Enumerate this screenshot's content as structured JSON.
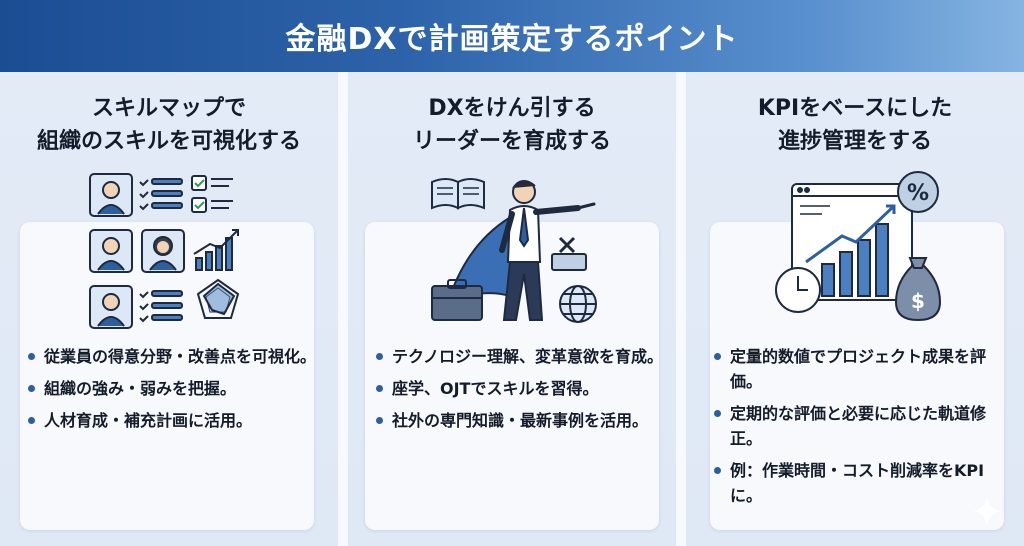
{
  "banner": {
    "title": "金融DXで計画策定するポイント"
  },
  "columns": [
    {
      "heading_line1": "スキルマップで",
      "heading_line2": "組織のスキルを可視化する",
      "bullets": [
        "従業員の得意分野・改善点を可視化。",
        "組織の強み・弱みを把握。",
        "人材育成・補充計画に活用。"
      ]
    },
    {
      "heading_line1": "DXをけん引する",
      "heading_line2": "リーダーを育成する",
      "bullets": [
        "テクノロジー理解、変革意欲を育成。",
        "座学、OJTでスキルを習得。",
        "社外の専門知識・最新事例を活用。"
      ]
    },
    {
      "heading_line1": "KPIをベースにした",
      "heading_line2": "進捗管理をする",
      "bullets": [
        "定量的数値でプロジェクト成果を評価。",
        "定期的な評価と必要に応じた軌道修正。",
        "例：作業時間・コスト削減率をKPIに。"
      ]
    }
  ],
  "icon_labels": {
    "percent_symbol": "%",
    "dollar_symbol": "$"
  },
  "colors": {
    "banner_dark": "#1b4d93",
    "banner_light": "#86b4e2",
    "accent": "#2b5ea3",
    "text": "#141c2b"
  }
}
